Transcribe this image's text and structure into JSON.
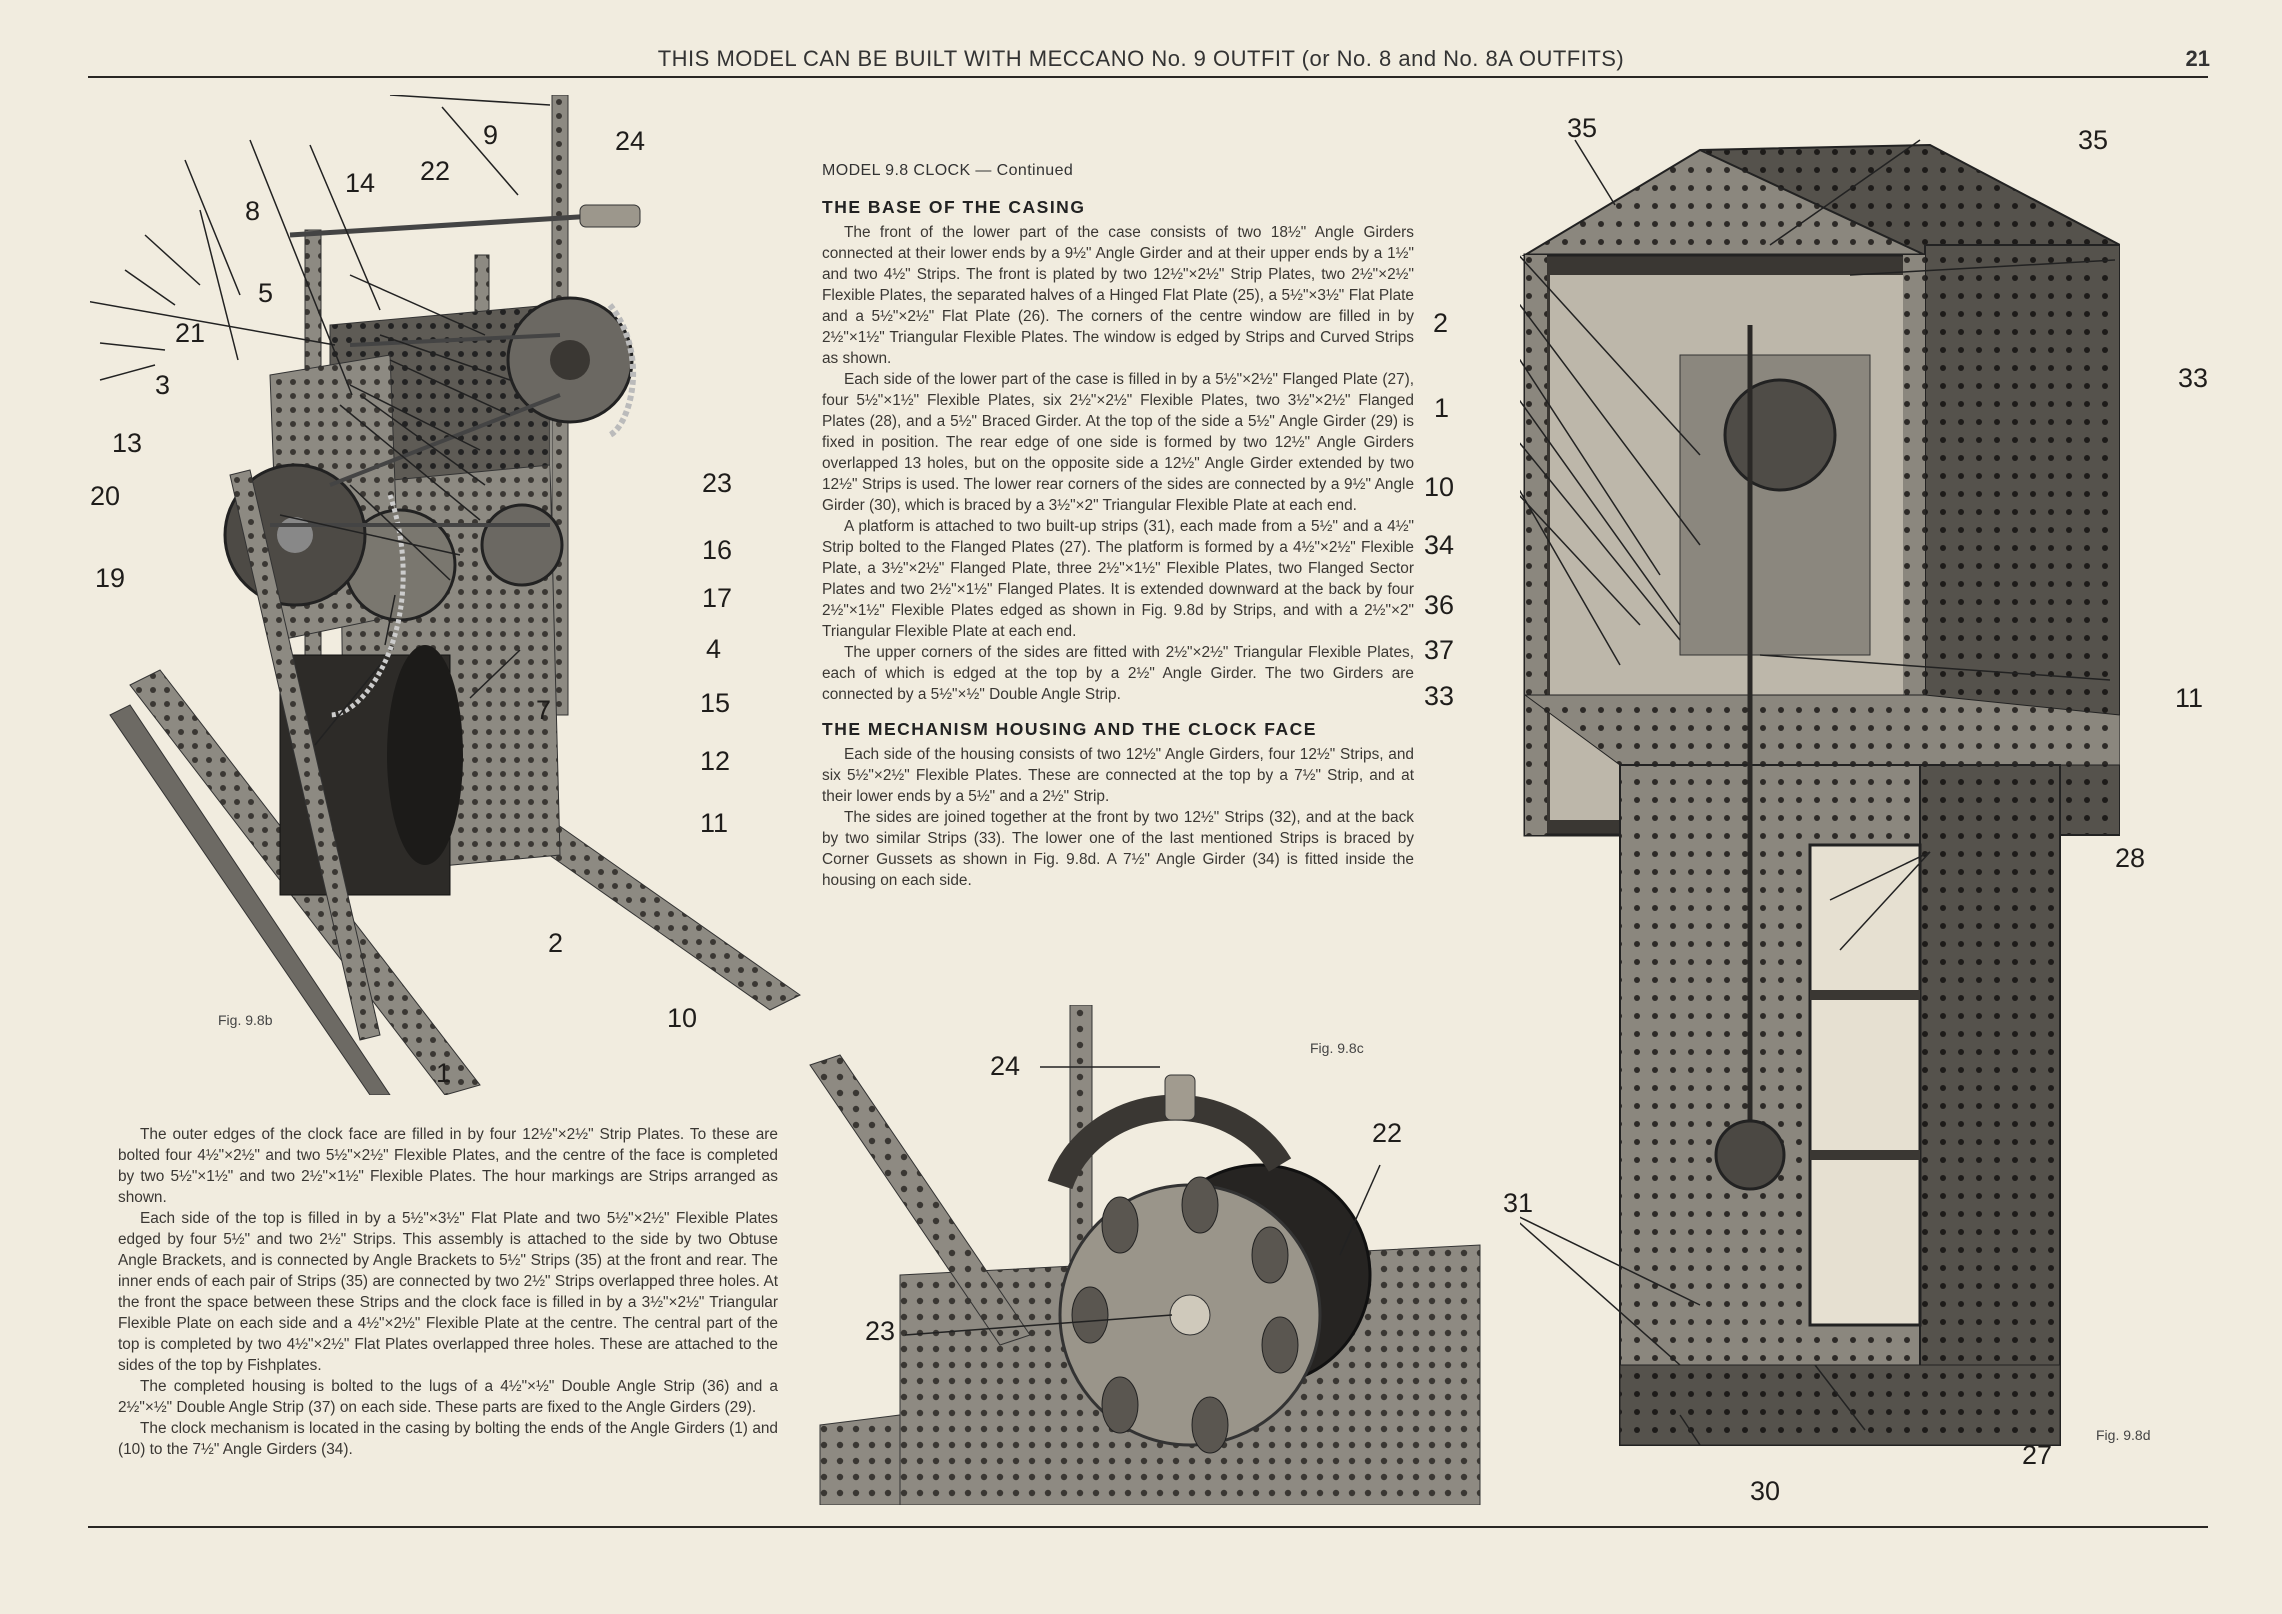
{
  "header": {
    "title": "THIS MODEL CAN BE BUILT WITH MECCANO No. 9 OUTFIT (or No. 8 and No. 8A OUTFITS)",
    "page_number": "21"
  },
  "article": {
    "model_title": "MODEL 9.8 CLOCK — Continued",
    "sections": [
      {
        "heading": "THE BASE OF THE CASING",
        "paragraphs": [
          "The front of the lower part of the case consists of two 18½\" Angle Girders connected at their lower ends by a 9½\" Angle Girder and at their upper ends by a 1½\" and two 4½\" Strips. The front is plated by two 12½\"×2½\" Strip Plates, two 2½\"×2½\" Flexible Plates, the separated halves of a Hinged Flat Plate (25), a 5½\"×3½\" Flat Plate and a 5½\"×2½\" Flat Plate (26). The corners of the centre window are filled in by 2½\"×1½\" Triangular Flexible Plates. The window is edged by Strips and Curved Strips as shown.",
          "Each side of the lower part of the case is filled in by a 5½\"×2½\" Flanged Plate (27), four 5½\"×1½\" Flexible Plates, six 2½\"×2½\" Flexible Plates, two 3½\"×2½\" Flanged Plates (28), and a 5½\" Braced Girder. At the top of the side a 5½\" Angle Girder (29) is fixed in position. The rear edge of one side is formed by two 12½\" Angle Girders overlapped 13 holes, but on the opposite side a 12½\" Angle Girder extended by two 12½\" Strips is used. The lower rear corners of the sides are connected by a 9½\" Angle Girder (30), which is braced by a 3½\"×2\" Triangular Flexible Plate at each end.",
          "A platform is attached to two built-up strips (31), each made from a 5½\" and a 4½\" Strip bolted to the Flanged Plates (27). The platform is formed by a 4½\"×2½\" Flexible Plate, a 3½\"×2½\" Flanged Plate, three 2½\"×1½\" Flexible Plates, two Flanged Sector Plates and two 2½\"×1½\" Flanged Plates. It is extended downward at the back by four 2½\"×1½\" Flexible Plates edged as shown in Fig. 9.8d by Strips, and with a 2½\"×2\" Triangular Flexible Plate at each end.",
          "The upper corners of the sides are fitted with 2½\"×2½\" Triangular Flexible Plates, each of which is edged at the top by a 2½\" Angle Girder. The two Girders are connected by a 5½\"×½\" Double Angle Strip."
        ]
      },
      {
        "heading": "THE MECHANISM HOUSING AND THE CLOCK FACE",
        "paragraphs": [
          "Each side of the housing consists of two 12½\" Angle Girders, four 12½\" Strips, and six 5½\"×2½\" Flexible Plates. These are connected at the top by a 7½\" Strip, and at their lower ends by a 5½\" and a 2½\" Strip.",
          "The sides are joined together at the front by two 12½\" Strips (32), and at the back by two similar Strips (33). The lower one of the last mentioned Strips is braced by Corner Gussets as shown in Fig. 9.8d. A 7½\" Angle Girder (34) is fitted inside the housing on each side."
        ]
      }
    ],
    "lower_paragraphs": [
      "The outer edges of the clock face are filled in by four 12½\"×2½\" Strip Plates. To these are bolted four 4½\"×2½\" and two 5½\"×2½\" Flexible Plates, and the centre of the face is completed by two 5½\"×1½\" and two 2½\"×1½\" Flexible Plates. The hour markings are Strips arranged as shown.",
      "Each side of the top is filled in by a 5½\"×3½\" Flat Plate and two 5½\"×2½\" Flexible Plates edged by four 5½\" and two 2½\" Strips. This assembly is attached to the side by two Obtuse Angle Brackets, and is connected by Angle Brackets to 5½\" Strips (35) at the front and rear. The inner ends of each pair of Strips (35) are connected by two 2½\" Strips overlapped three holes. At the front the space between these Strips and the clock face is filled in by a 3½\"×2½\" Triangular Flexible Plate on each side and a 4½\"×2½\" Flexible Plate at the centre. The central part of the top is completed by two 4½\"×2½\" Flat Plates overlapped three holes. These are attached to the sides of the top by Fishplates.",
      "The completed housing is bolted to the lugs of a 4½\"×½\" Double Angle Strip (36) and a 2½\"×½\" Double Angle Strip (37) on each side. These parts are fixed to the Angle Girders (29).",
      "The clock mechanism is located in the casing by bolting the ends of the Angle Girders (1) and (10) to the 7½\" Angle Girders (34)."
    ]
  },
  "figures": {
    "fig_b": {
      "caption": "Fig. 9.8b",
      "callouts": [
        "9",
        "24",
        "14",
        "22",
        "8",
        "5",
        "21",
        "3",
        "13",
        "20",
        "19",
        "23",
        "16",
        "17",
        "4",
        "15",
        "7",
        "12",
        "11",
        "2",
        "10",
        "1"
      ]
    },
    "fig_c": {
      "caption": "Fig. 9.8c",
      "callouts": [
        "24",
        "22",
        "23"
      ]
    },
    "fig_d": {
      "caption": "Fig. 9.8d",
      "callouts": [
        "35",
        "35",
        "33",
        "2",
        "1",
        "10",
        "34",
        "36",
        "37",
        "33",
        "11",
        "28",
        "31",
        "27",
        "30"
      ]
    }
  }
}
